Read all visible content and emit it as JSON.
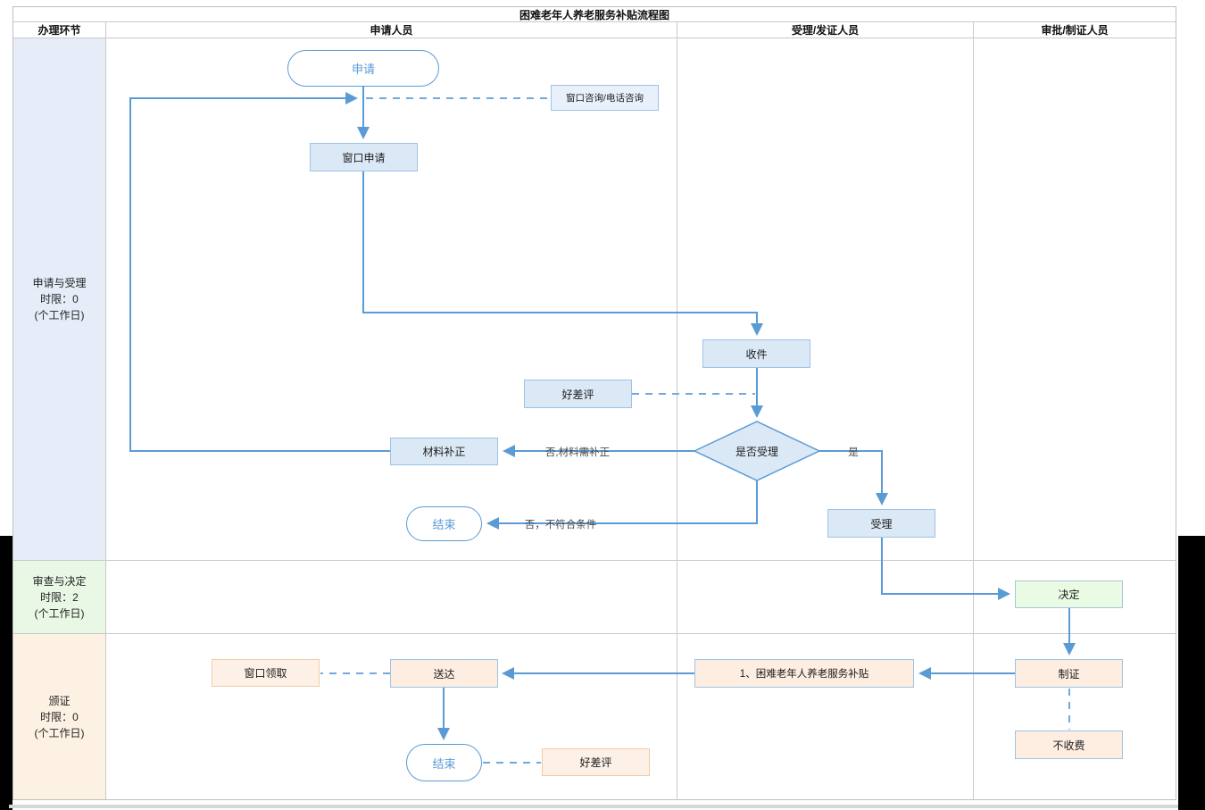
{
  "title": "困难老年人养老服务补贴流程图",
  "headers": {
    "stage": "办理环节",
    "applicant": "申请人员",
    "acceptance": "受理/发证人员",
    "approval": "审批/制证人员"
  },
  "lanes": [
    {
      "name": "申请与受理",
      "limit": "时限：0",
      "unit": "(个工作日)"
    },
    {
      "name": "审查与决定",
      "limit": "时限：2",
      "unit": "(个工作日)"
    },
    {
      "name": "颁证",
      "limit": "时限：0",
      "unit": "(个工作日)"
    }
  ],
  "nodes": {
    "start": "申请",
    "consult": "窗口咨询/电话咨询",
    "window_apply": "窗口申请",
    "receive": "收件",
    "rating_mid": "好差评",
    "decision": "是否受理",
    "material_fix": "材料补正",
    "end_first": "结束",
    "accept": "受理",
    "decide": "决定",
    "make_cert": "制证",
    "no_fee": "不收费",
    "subsidy": "1、困难老年人养老服务补贴",
    "deliver": "送达",
    "pickup": "窗口领取",
    "end_final": "结束",
    "rating_end": "好差评"
  },
  "edge_labels": {
    "no_fix": "否,材料需补正",
    "no_reject": "否，不符合条件",
    "yes": "是"
  },
  "colors": {
    "line_blue": "#5b9bd5",
    "dashed_blue": "#74a7dc",
    "box_blue_fill": "#dbe9f7",
    "box_blue_border": "#9dc3e6",
    "box_green_fill": "#e9fbe3",
    "box_orange_fill": "#fdeee1",
    "box_orange_border": "#f3cba4",
    "lane_blue": "#e6ecf8",
    "lane_green": "#e9f8e5",
    "lane_orange": "#fdf1e3"
  }
}
